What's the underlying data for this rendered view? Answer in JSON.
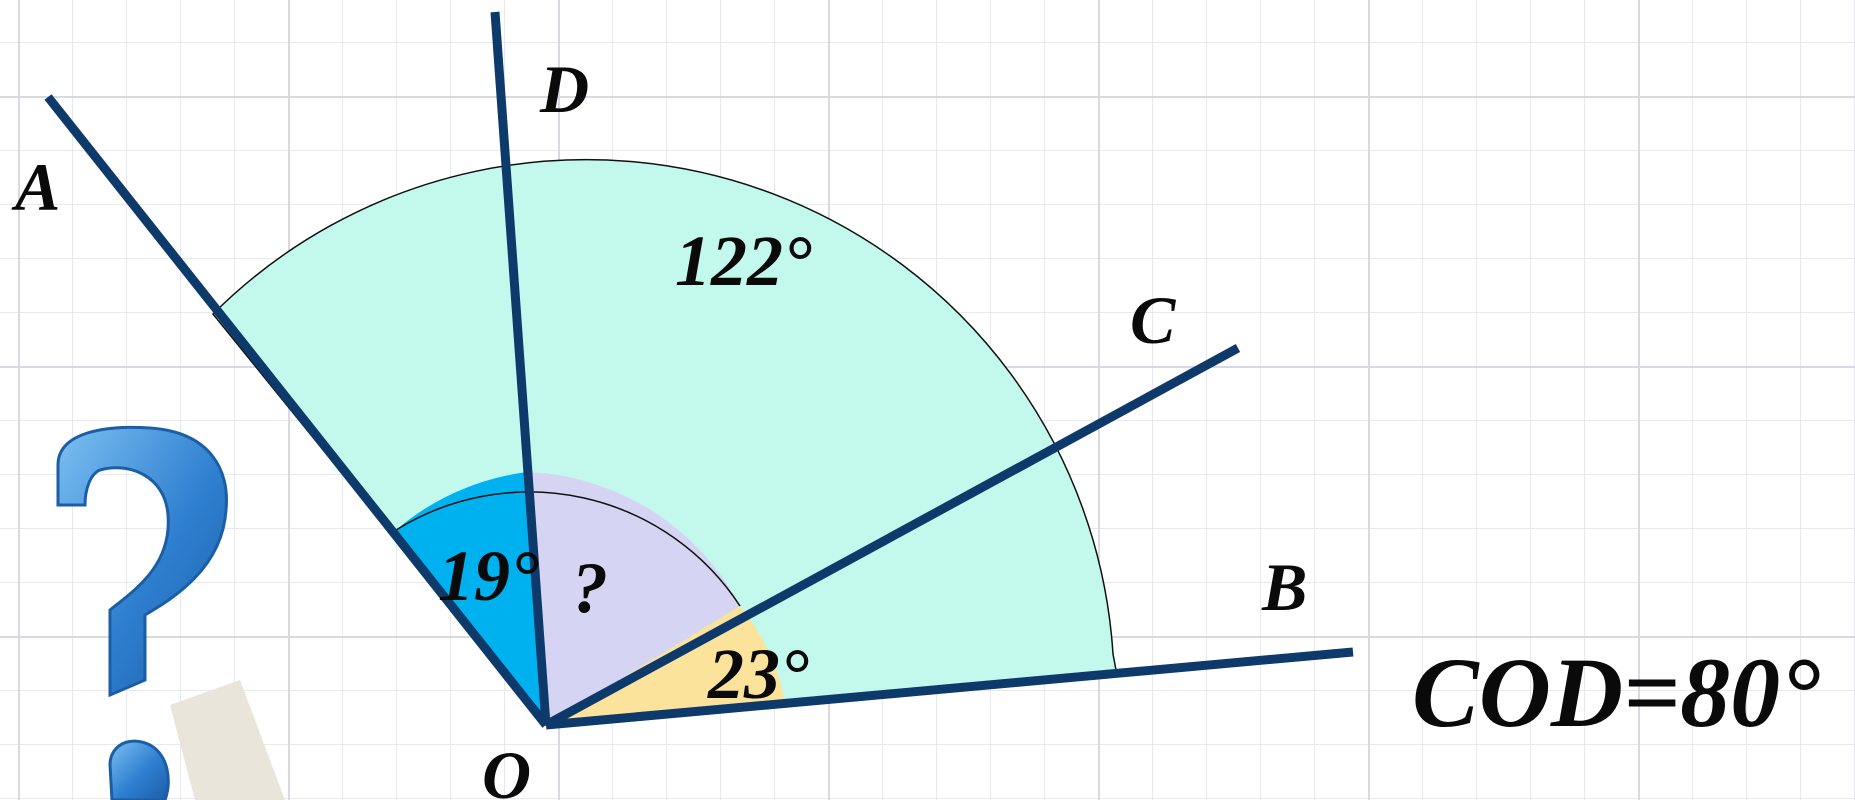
{
  "points": {
    "A": "A",
    "B": "B",
    "C": "C",
    "D": "D",
    "O": "O"
  },
  "angles": {
    "AOB": "122°",
    "AOD": "19°",
    "DOC": "?",
    "COB": "23°"
  },
  "statement": "COD=80°",
  "colors": {
    "large_sector": "#c2f9ec",
    "aod_sector": "#00b1f0",
    "doc_sector": "#d5d5f3",
    "cob_sector": "#fbe39b",
    "rays": "#0d3a6b",
    "question_mark": "#2f7fd0"
  },
  "icons": [
    "question-mark-icon"
  ]
}
